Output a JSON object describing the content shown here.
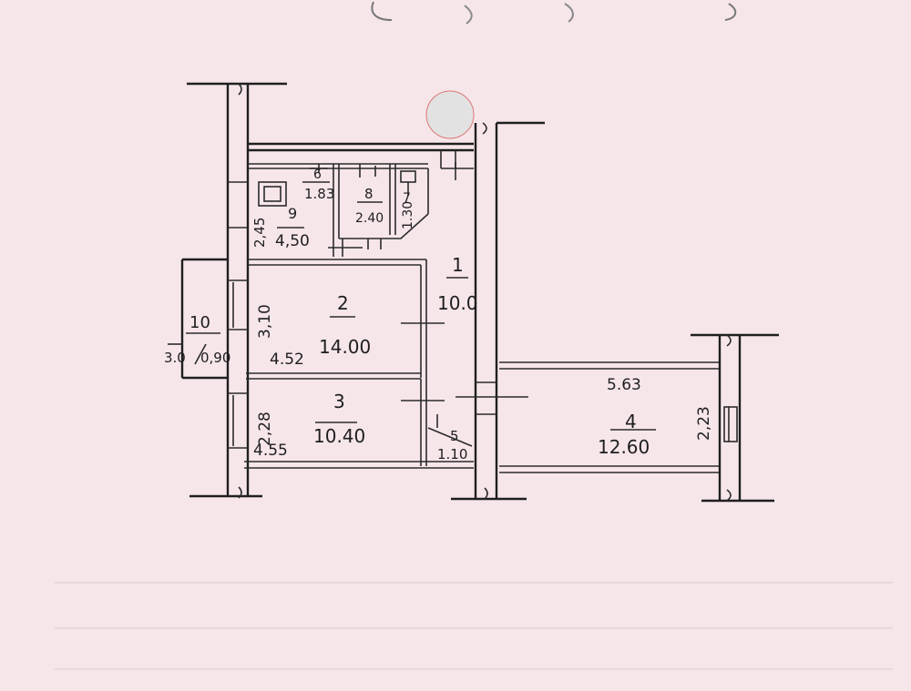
{
  "rooms": {
    "r1": {
      "num": "1",
      "area": "10.0"
    },
    "r2": {
      "num": "2",
      "area": "14.00",
      "dim_w": "4.52",
      "dim_h": "3,10"
    },
    "r3": {
      "num": "3",
      "area": "10.40",
      "dim_w": "4.55",
      "dim_h": "2,28"
    },
    "r4": {
      "num": "4",
      "area": "12.60",
      "dim_w": "5.63",
      "dim_h": "2,23"
    },
    "r5": {
      "num": "5",
      "area": "1.10"
    },
    "r6": {
      "num": "6",
      "area": "1.83"
    },
    "r7": {
      "num": "7",
      "area": "1.30"
    },
    "r8": {
      "num": "8",
      "area": "2.40"
    },
    "r9": {
      "num": "9",
      "area": "4,50",
      "dim_h": "2,45"
    },
    "r10": {
      "num": "10",
      "dim_a": "3.0",
      "dim_b": "0,90"
    }
  },
  "colors": {
    "paper": "#f6e6ea",
    "ink": "#1f1f1f",
    "stamp": "#e2e2e2"
  }
}
